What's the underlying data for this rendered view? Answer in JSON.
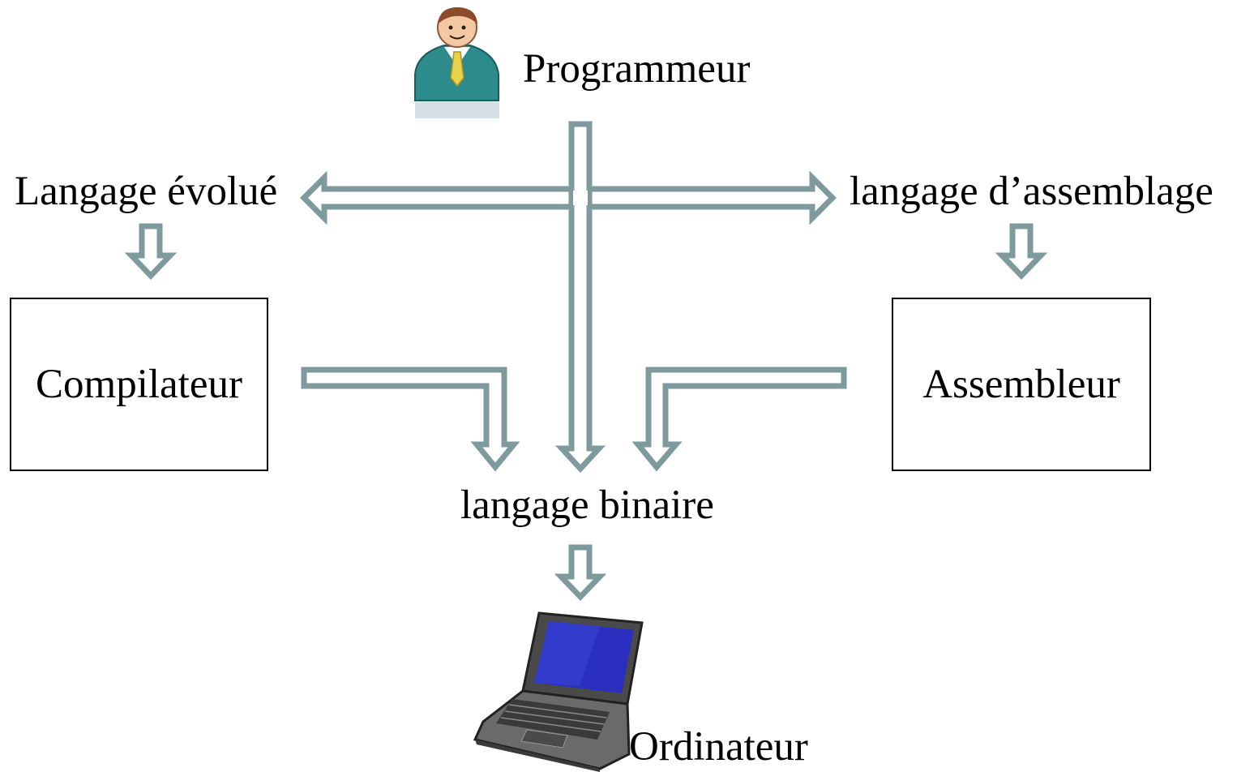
{
  "diagram": {
    "programmer_label": "Programmeur",
    "high_level_label": "Langage évolué",
    "assembly_label": "langage d’assemblage",
    "compiler_label": "Compilateur",
    "assembler_label": "Assembleur",
    "binary_label": "langage binaire",
    "computer_label": "Ordinateur",
    "icons": {
      "programmer": "person-icon",
      "computer": "laptop-icon"
    },
    "colors": {
      "arrow_stroke": "#7f9a9c",
      "person_shirt": "#2e8b8b",
      "person_tie": "#e8d24a",
      "laptop_screen": "#2a2fc0",
      "laptop_body": "#5a5a5a"
    }
  }
}
